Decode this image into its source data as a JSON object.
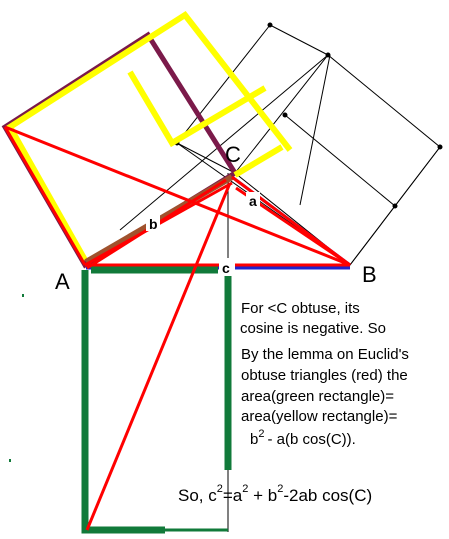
{
  "vertices": {
    "A": "A",
    "B": "B",
    "C": "C"
  },
  "sides": {
    "a": "a",
    "b": "b",
    "c": "c"
  },
  "explanation": {
    "line1": "For  <C obtuse, its",
    "line2": "cosine is negative. So",
    "line3": "By the lemma on Euclid's",
    "line4": "obtuse triangles (red) the",
    "line5": "area(green rectangle)=",
    "line6": "area(yellow rectangle)=",
    "line7_base": "b",
    "line7_exp": "2",
    "line7_rest": "- a(b cos(C))."
  },
  "formula": {
    "prefix": "So, c",
    "exp1": "2",
    "mid1": "=a",
    "exp2": "2",
    "mid2": " + b",
    "exp3": "2",
    "suffix": "-2ab cos(C)"
  },
  "colors": {
    "red": "#ff0000",
    "yellow": "#ffff00",
    "green": "#117a3a",
    "purple": "#7b1a4a",
    "blue": "#2222cc",
    "brown": "#a0522d",
    "outline": "#000000"
  }
}
